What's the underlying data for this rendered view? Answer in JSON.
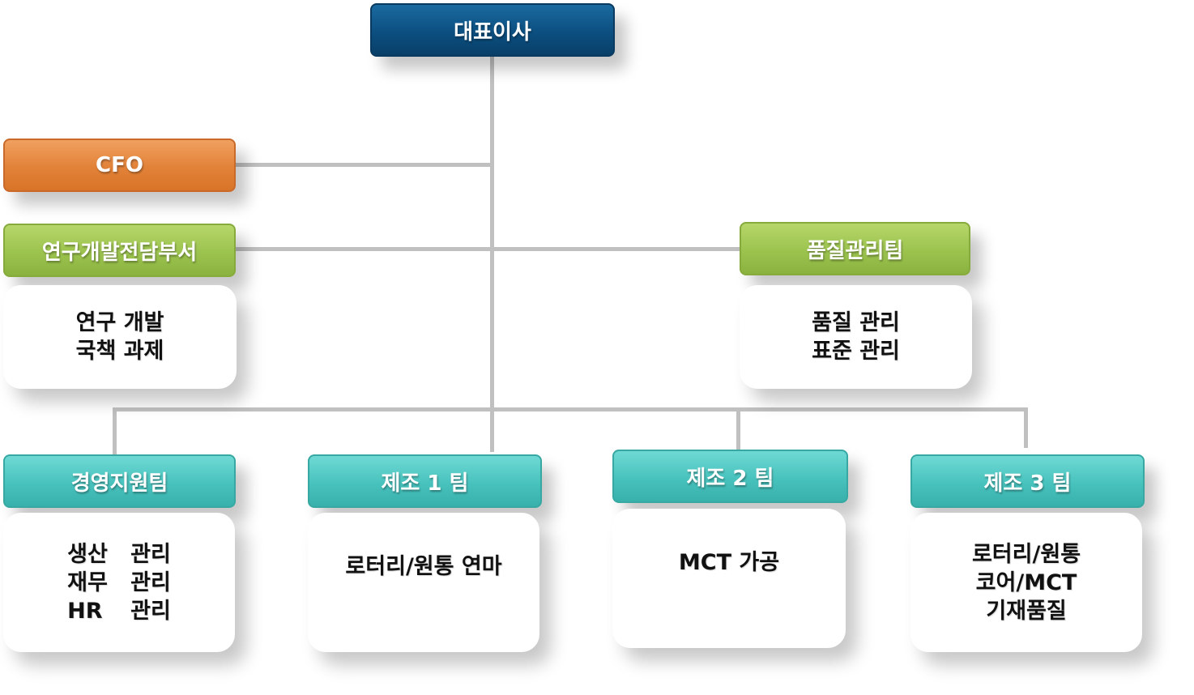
{
  "ceo": "대표이사",
  "cfo": "CFO",
  "rnd": {
    "title": "연구개발전담부서",
    "duties": [
      "연구 개발",
      "국책 과제"
    ]
  },
  "quality": {
    "title": "품질관리팀",
    "duties": [
      "품질 관리",
      "표준 관리"
    ]
  },
  "mgmt": {
    "title": "경영지원팀",
    "duties": [
      {
        "a": "생산",
        "b": "관리"
      },
      {
        "a": "재무",
        "b": "관리"
      },
      {
        "a": "HR",
        "b": "관리"
      }
    ]
  },
  "mfg1": {
    "title": "제조 1 팀",
    "duties": [
      "로터리/원통 연마"
    ]
  },
  "mfg2": {
    "title": "제조 2 팀",
    "duties": [
      "MCT 가공"
    ]
  },
  "mfg3": {
    "title": "제조 3 팀",
    "duties": [
      "로터리/원통",
      "코어/MCT",
      "기재품질"
    ]
  },
  "colors": {
    "ceo": "#0c4f80",
    "cfo": "#e28238",
    "green": "#9cc34e",
    "teal": "#48c2bd",
    "connector": "#c0c0c0"
  }
}
